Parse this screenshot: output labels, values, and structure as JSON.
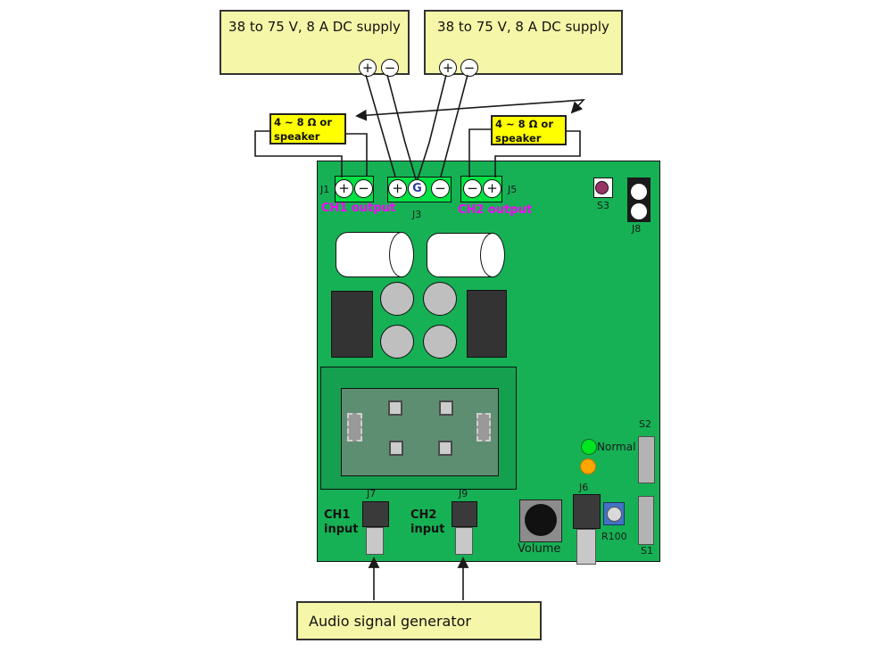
{
  "supplies": [
    {
      "label": "38 to 75 V, 8 A DC supply",
      "plus": "+",
      "minus": "−"
    },
    {
      "label": "38 to 75 V, 8 A DC supply",
      "plus": "+",
      "minus": "−"
    }
  ],
  "speaker_loads": [
    "4 ~ 8 Ω or\nspeaker",
    "4 ~ 8 Ω or\nspeaker"
  ],
  "audio_generator": {
    "label": "Audio signal generator"
  },
  "board": {
    "j1": {
      "name": "J1",
      "t1": "+",
      "t2": "−",
      "output": "CH1 output"
    },
    "j3": {
      "name": "J3",
      "t1": "+",
      "t2": "G",
      "t3": "−"
    },
    "j5": {
      "name": "J5",
      "t1": "−",
      "t2": "+",
      "output": "CH2 output"
    },
    "s3": {
      "name": "S3"
    },
    "j8": {
      "name": "J8"
    },
    "leds": {
      "normal": "Normal"
    },
    "s2": {
      "name": "S2"
    },
    "s1": {
      "name": "S1"
    },
    "j7": {
      "name": "J7",
      "input": "CH1\ninput"
    },
    "j9": {
      "name": "J9",
      "input": "CH2\ninput"
    },
    "volume": {
      "label": "Volume"
    },
    "j6": {
      "name": "J6"
    },
    "r100": {
      "name": "R100"
    }
  },
  "colors": {
    "board_green": "#16B155",
    "terminal_green": "#00E244",
    "module_outer_green": "#14A04F",
    "module_inner_green": "#5E8E71",
    "pale_yellow": "#F6F6A8",
    "bright_yellow": "#FFFF00",
    "magenta_label": "#FF00FF",
    "g_terminal_blue": "#2E3F9E",
    "s3_dot": "#993366",
    "led_green": "#00E61E",
    "led_orange": "#FFA500",
    "r100_blue": "#4472C4"
  }
}
